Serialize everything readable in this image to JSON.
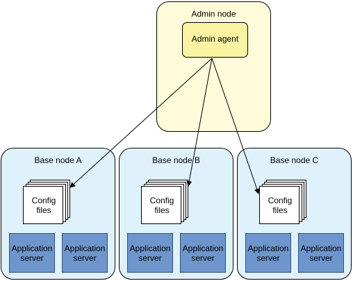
{
  "admin": {
    "title": "Admin node",
    "agent": "Admin agent"
  },
  "base_nodes": [
    {
      "title": "Base node A",
      "files": "Config\nfiles",
      "app1": "Application\nserver",
      "app2": "Application\nserver"
    },
    {
      "title": "Base node B",
      "files": "Config\nfiles",
      "app1": "Application\nserver",
      "app2": "Application\nserver"
    },
    {
      "title": "Base node C",
      "files": "Config\nfiles",
      "app1": "Application\nserver",
      "app2": "Application\nserver"
    }
  ],
  "colors": {
    "admin_fill": "#fdfbd9",
    "agent_fill": "#faf3a2",
    "base_fill": "#dff1fb",
    "app_fill": "#6e96cc"
  }
}
